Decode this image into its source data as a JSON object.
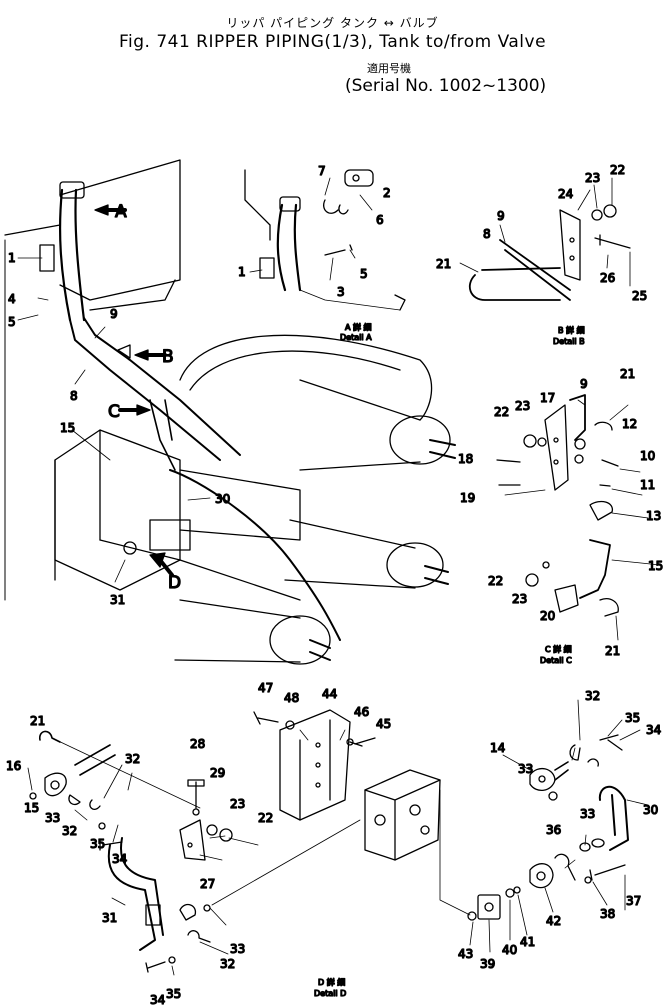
{
  "header": {
    "jp_title": "リッパ パイピング タンク ↔ バルブ",
    "title": "Fig. 741  RIPPER PIPING(1/3),  Tank to/from Valve",
    "serial_jp": "適用号機",
    "serial": "(Serial No. 1002~1300)"
  },
  "callouts": {
    "A": "A",
    "B": "B",
    "C": "C",
    "D": "D"
  },
  "details": {
    "a_jp": "A 詳 細",
    "a": "Detail A",
    "b_jp": "B 詳 細",
    "b": "Detail B",
    "c_jp": "C 詳 細",
    "c": "Detail C",
    "d_jp": "D 詳 細",
    "d": "Detail D"
  },
  "parts": {
    "p1": "1",
    "p2": "2",
    "p3": "3",
    "p4": "4",
    "p5": "5",
    "p6": "6",
    "p7": "7",
    "p8": "8",
    "p9": "9",
    "p10": "10",
    "p11": "11",
    "p12": "12",
    "p13": "13",
    "p14": "14",
    "p15": "15",
    "p16": "16",
    "p17": "17",
    "p18": "18",
    "p19": "19",
    "p20": "20",
    "p21": "21",
    "p22": "22",
    "p23": "23",
    "p24": "24",
    "p25": "25",
    "p26": "26",
    "p27": "27",
    "p28": "28",
    "p29": "29",
    "p30": "30",
    "p31": "31",
    "p32": "32",
    "p33": "33",
    "p34": "34",
    "p35": "35",
    "p36": "36",
    "p37": "37",
    "p38": "38",
    "p39": "39",
    "p40": "40",
    "p41": "41",
    "p42": "42",
    "p43": "43",
    "p44": "44",
    "p45": "45",
    "p46": "46",
    "p47": "47",
    "p48": "48"
  }
}
